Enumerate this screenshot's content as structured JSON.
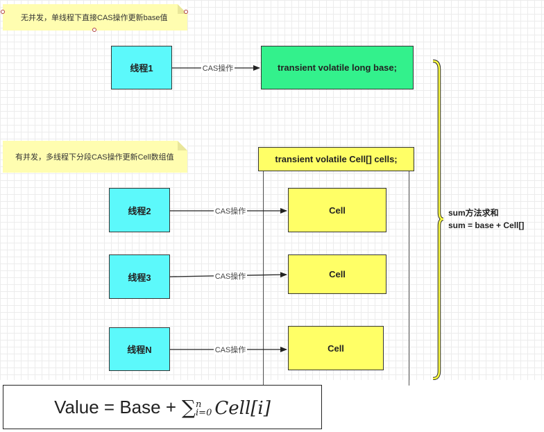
{
  "notes": {
    "no_concurrency": "无并发，单线程下直接CAS操作更新base值",
    "with_concurrency": "有并发，多线程下分段CAS操作更新Cell数组值"
  },
  "threads": [
    "线程1",
    "线程2",
    "线程3",
    "线程N"
  ],
  "edge_label": "CAS操作",
  "base_field": "transient volatile long base;",
  "cells_field": "transient volatile Cell[] cells;",
  "cells": [
    "Cell",
    "Cell",
    "Cell"
  ],
  "sum": {
    "line1": "sum方法求和",
    "line2": "sum = base + Cell[]"
  },
  "formula": {
    "prefix": "Value = Base +",
    "sigma": "∑",
    "upper": "n",
    "lower": "i=0",
    "term": "Cell[i]"
  },
  "colors": {
    "thread_fill": "#5cf9fb",
    "cell_fill": "#ffff66",
    "base_fill": "#33f18c",
    "note_fill": "#fffdb0",
    "brace": "#ffff44"
  }
}
